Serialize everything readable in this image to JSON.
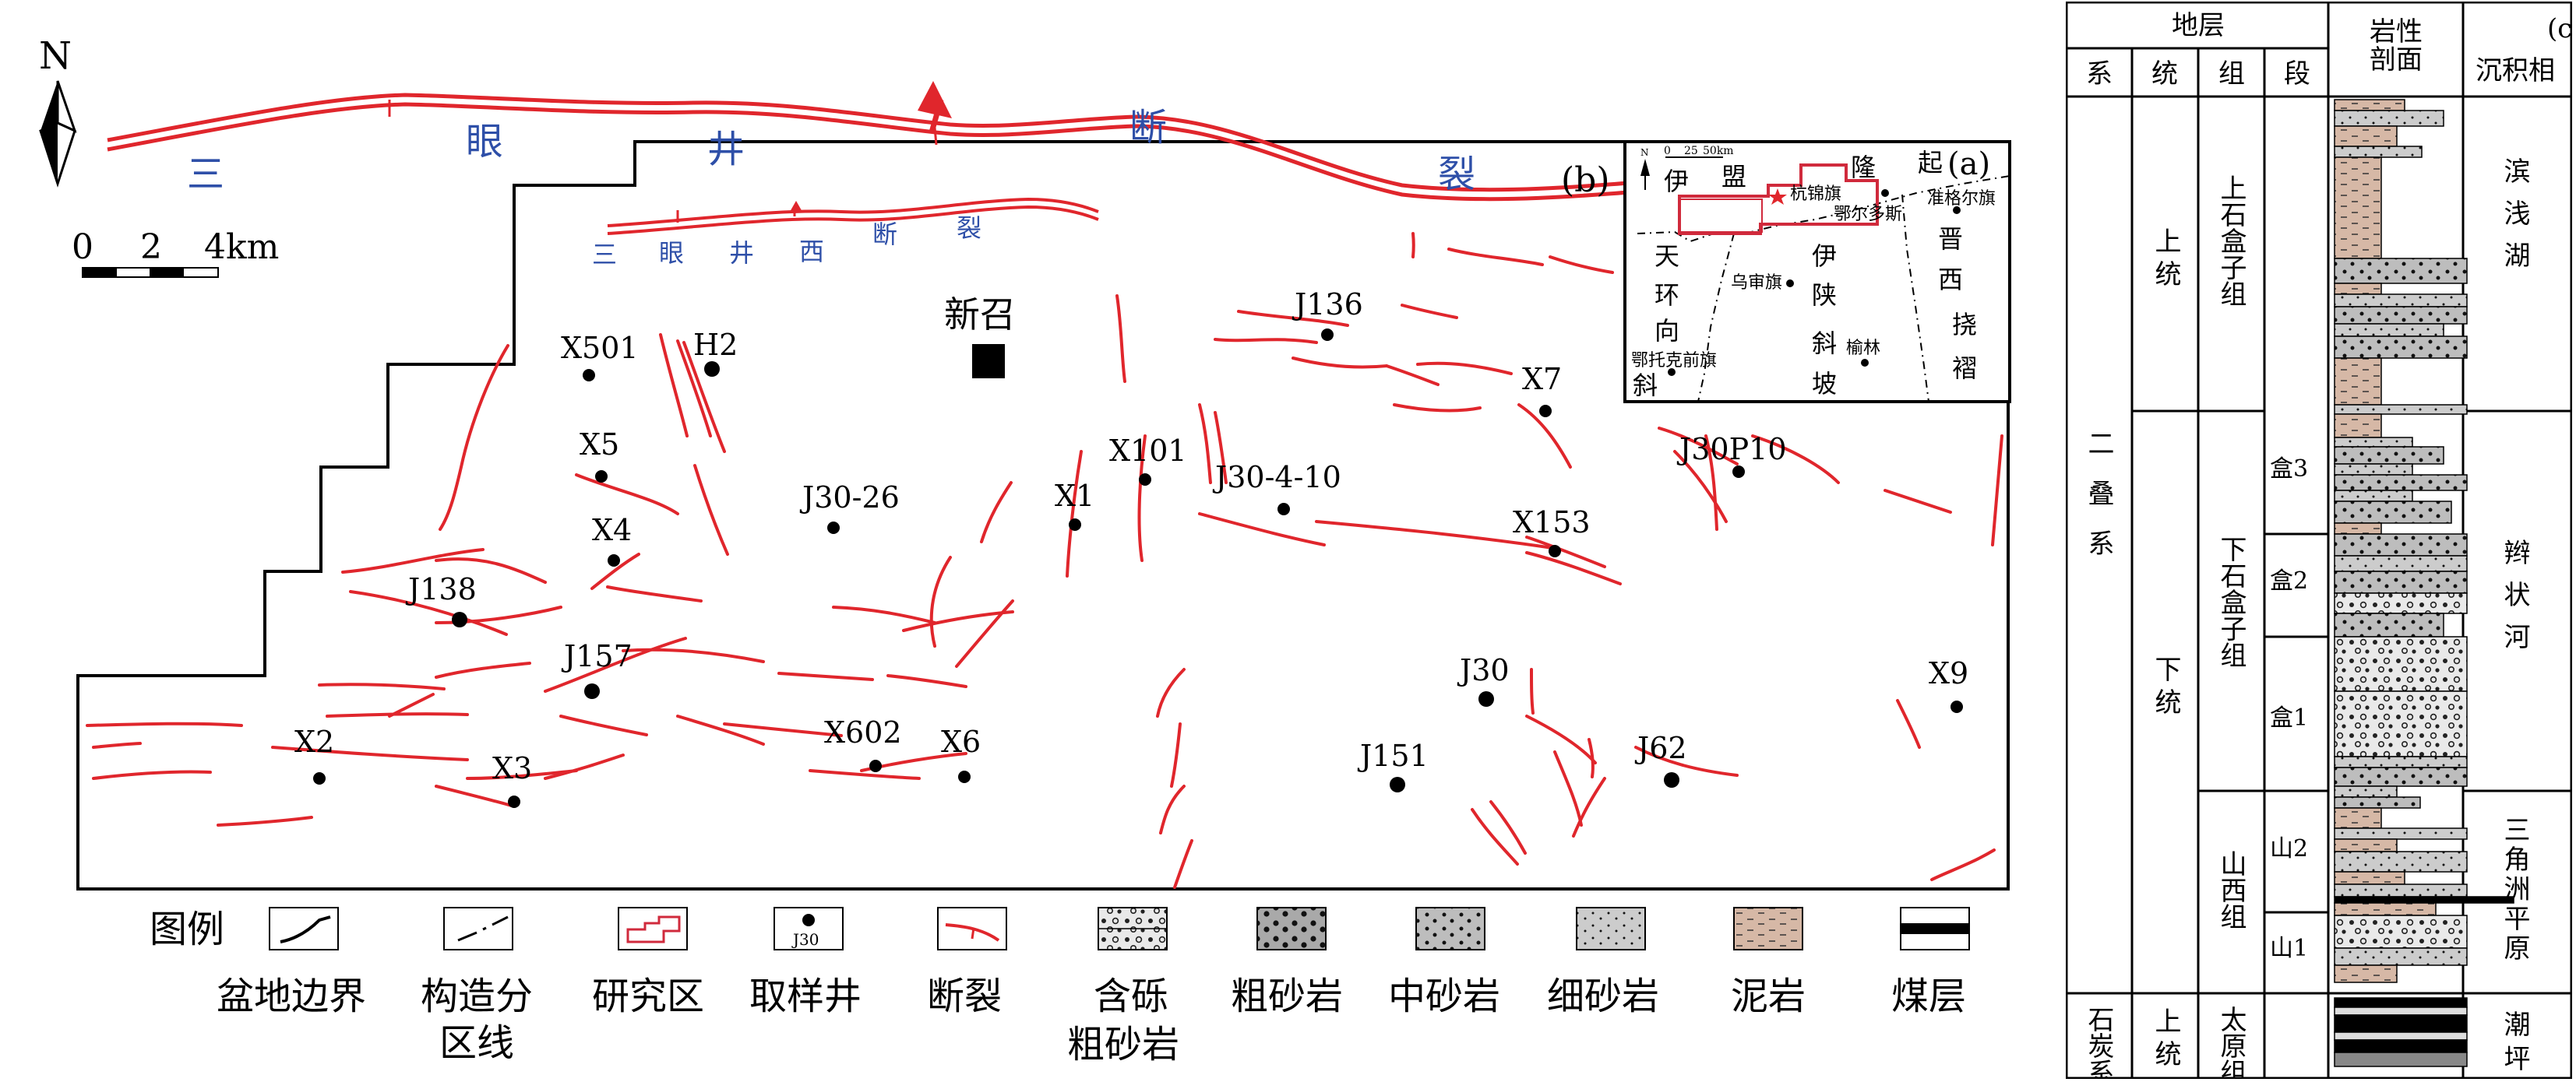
{
  "map_b": {
    "panel_label": "(b)",
    "north_label": "N",
    "scalebar": {
      "ticks": [
        "0",
        "2",
        "4km"
      ]
    },
    "fault_name_large": [
      "三",
      "眼",
      "井",
      "断",
      "裂"
    ],
    "fault_name_small": [
      "三",
      "眼",
      "井",
      "西",
      "断",
      "裂"
    ],
    "town": "新召",
    "wells": [
      "X501",
      "H2",
      "X5",
      "X4",
      "J138",
      "J157",
      "X2",
      "X3",
      "X602",
      "X6",
      "J30-26",
      "X1",
      "X101",
      "J30-4-10",
      "J136",
      "X7",
      "J30P10",
      "X153",
      "J30",
      "J151",
      "J62",
      "X9"
    ],
    "colors": {
      "fault": "#e0262c",
      "boundary": "#000000",
      "fault_label": "#2e4fa8"
    }
  },
  "map_a": {
    "panel_label": "(a)",
    "north_label": "N",
    "scale_ticks": [
      "0",
      "25",
      "50km"
    ],
    "region_labels": [
      "伊",
      "盟",
      "隆",
      "起",
      "天",
      "环",
      "向",
      "斜",
      "伊",
      "陕",
      "斜",
      "坡",
      "晋",
      "西",
      "挠",
      "褶"
    ],
    "places": [
      "杭锦旗",
      "鄂尔多斯",
      "准格尔旗",
      "乌审旗",
      "榆林",
      "鄂托克前旗"
    ]
  },
  "legend": {
    "title": "图例",
    "items": [
      {
        "label1": "盆地边界",
        "label2": ""
      },
      {
        "label1": "构造分",
        "label2": "区线"
      },
      {
        "label1": "研究区",
        "label2": ""
      },
      {
        "label1": "取样井",
        "label2": "",
        "symbol_text": "J30"
      },
      {
        "label1": "断裂",
        "label2": ""
      },
      {
        "label1": "含砾",
        "label2": "粗砂岩"
      },
      {
        "label1": "粗砂岩",
        "label2": ""
      },
      {
        "label1": "中砂岩",
        "label2": ""
      },
      {
        "label1": "细砂岩",
        "label2": ""
      },
      {
        "label1": "泥岩",
        "label2": ""
      },
      {
        "label1": "煤层",
        "label2": ""
      }
    ]
  },
  "strat": {
    "panel_label": "(c)",
    "headers": {
      "strata": "地层",
      "system": "系",
      "series": "统",
      "formation": "组",
      "member": "段",
      "lith1": "岩性",
      "lith2": "剖面",
      "facies": "沉积相"
    },
    "system_permian": "二叠系",
    "system_carb": "石炭系",
    "series_upper": "上统",
    "series_lower": "下统",
    "series_carb": "上统",
    "formations": [
      "上石盒子组",
      "下石盒子组",
      "山西组",
      "太原组"
    ],
    "members": [
      "盒3",
      "盒2",
      "盒1",
      "山2",
      "山1"
    ],
    "facies": [
      "滨浅湖",
      "辫状河",
      "三角洲平原",
      "潮坪"
    ]
  }
}
